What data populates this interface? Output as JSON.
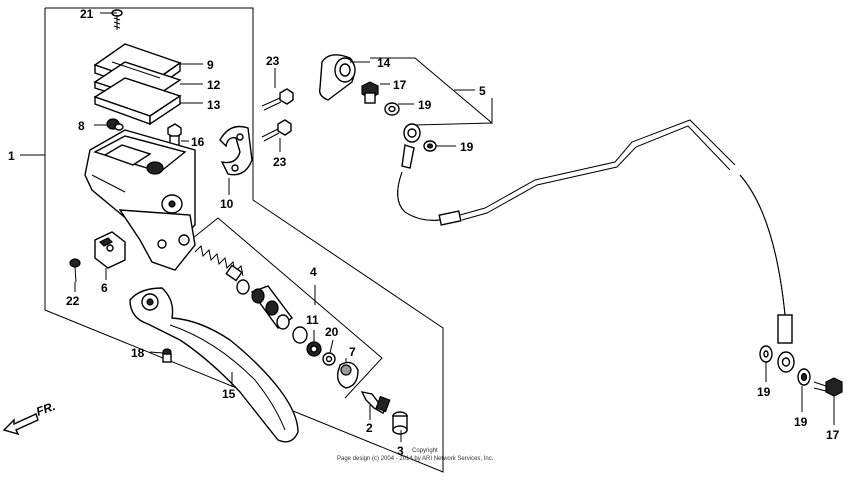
{
  "callouts": {
    "c1": "1",
    "c2": "2",
    "c3": "3",
    "c4": "4",
    "c5": "5",
    "c6": "6",
    "c7": "7",
    "c8": "8",
    "c9": "9",
    "c10": "10",
    "c11": "11",
    "c12": "12",
    "c13": "13",
    "c14": "14",
    "c15": "15",
    "c16": "16",
    "c17a": "17",
    "c17b": "17",
    "c18": "18",
    "c19a": "19",
    "c19b": "19",
    "c19c": "19",
    "c19d": "19",
    "c20": "20",
    "c21": "21",
    "c22": "22",
    "c23a": "23",
    "c23b": "23"
  },
  "direction": "FR.",
  "copyright": {
    "line1": "Copyright",
    "line2": "Page design (c) 2004 - 2014 by ARI Network Services, Inc."
  },
  "colors": {
    "ink": "#000000",
    "paper": "#ffffff"
  }
}
